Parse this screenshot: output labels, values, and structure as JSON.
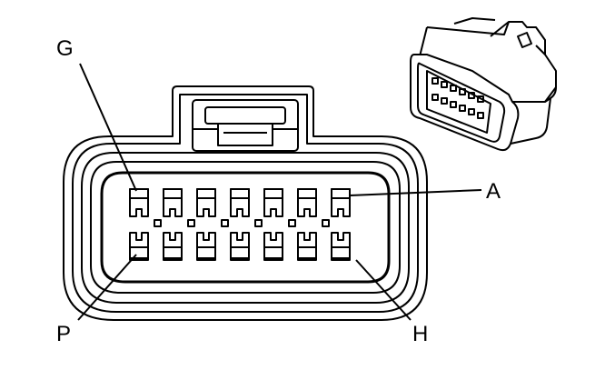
{
  "labels": {
    "top_left": "G",
    "right": "A",
    "bottom_left": "P",
    "bottom_right": "H"
  },
  "connector": {
    "rows": 2,
    "cavities_per_row": 7
  }
}
